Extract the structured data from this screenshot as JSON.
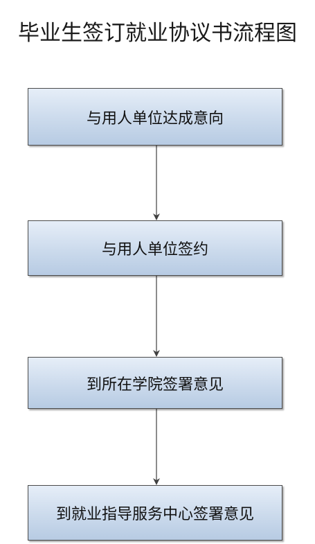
{
  "title": "毕业生签订就业协议书流程图",
  "steps": [
    {
      "label": "与用人单位达成意向"
    },
    {
      "label": "与用人单位签约"
    },
    {
      "label": "到所在学院签署意见"
    },
    {
      "label": "到就业指导服务中心签署意见"
    }
  ],
  "colors": {
    "box_fill_top": "#e6eef8",
    "box_fill_bottom": "#b7cbe3",
    "box_border": "#4a4a4a",
    "arrow": "#404040"
  }
}
